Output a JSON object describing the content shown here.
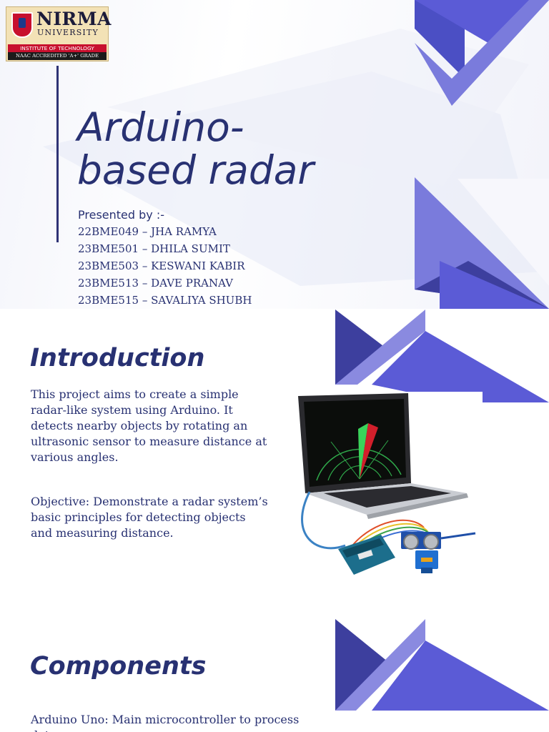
{
  "title_slide": {
    "logo": {
      "name": "NIRMA",
      "university": "UNIVERSITY",
      "institute": "INSTITUTE OF TECHNOLOGY",
      "accreditation": "NAAC ACCREDITED 'A+' GRADE"
    },
    "title_line1": "Arduino-",
    "title_line2": "based radar",
    "presented_by": "Presented by :-",
    "members": [
      "22BME049 – JHA RAMYA",
      "23BME501 – DHILA SUMIT",
      "23BME503 – KESWANI KABIR",
      "23BME513 – DAVE PRANAV",
      "23BME515 – SAVALIYA SHUBH"
    ]
  },
  "intro_slide": {
    "heading": "Introduction",
    "description": "This project aims to create a simple radar-like system using Arduino. It detects nearby objects by rotating an ultrasonic sensor to measure distance at various angles.",
    "objective": "Objective: Demonstrate a radar system’s basic principles for detecting objects and measuring distance."
  },
  "components_slide": {
    "heading": "Components",
    "first_item": "Arduino Uno: Main microcontroller to process data."
  },
  "colors": {
    "accent_dark": "#283172",
    "triangle_blue": "#5b5bd6",
    "triangle_navy": "#3d3f9e",
    "triangle_light": "#8a8ae0",
    "logo_red": "#c8102e"
  },
  "icons": [
    "nirma-logo",
    "laptop-radar-illustration",
    "arduino-board-icon",
    "ultrasonic-sensor-icon",
    "servo-motor-icon"
  ]
}
